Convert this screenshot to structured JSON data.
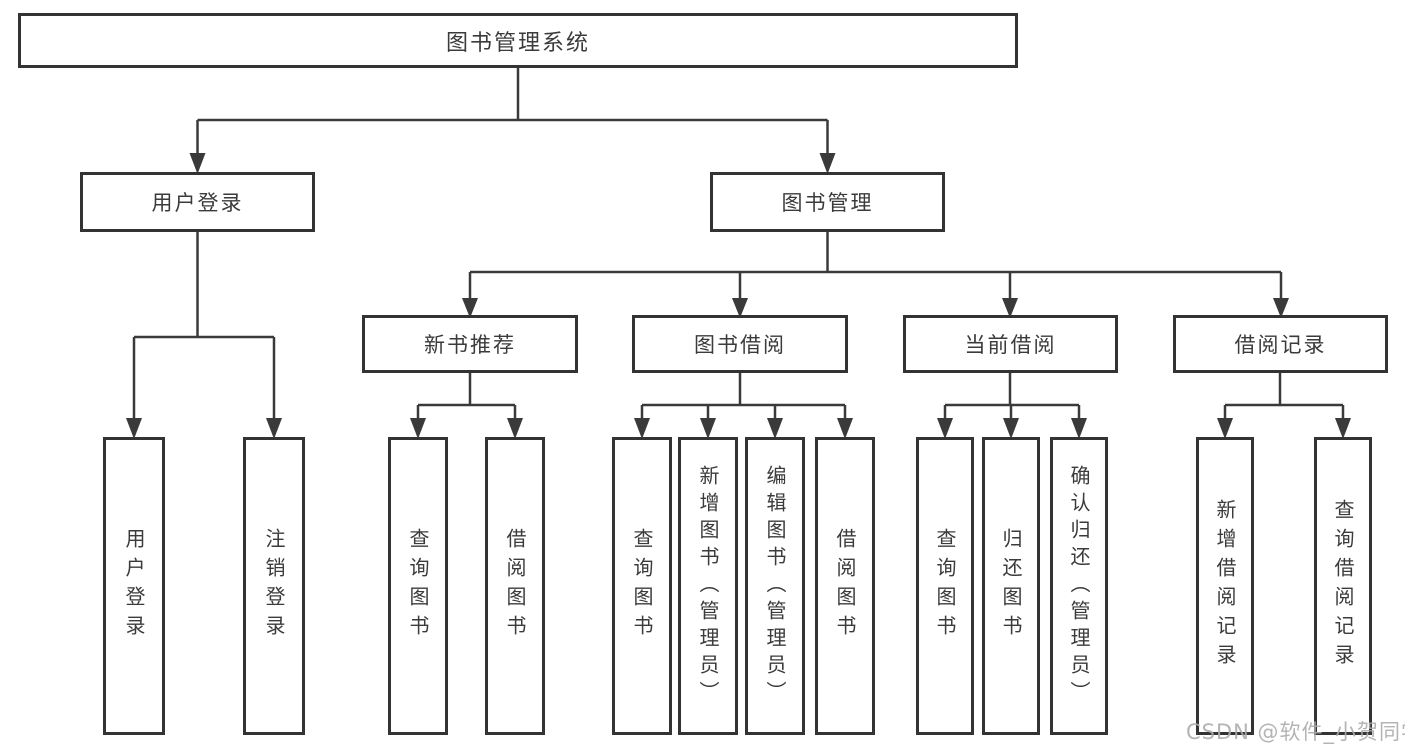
{
  "diagram": {
    "root": {
      "label": "图书管理系统"
    },
    "branches": [
      {
        "label": "用户登录",
        "children": [
          "用户登录",
          "注销登录"
        ]
      },
      {
        "label": "图书管理",
        "sections": [
          {
            "label": "新书推荐",
            "children": [
              "查询图书",
              "借阅图书"
            ]
          },
          {
            "label": "图书借阅",
            "children": [
              "查询图书",
              "新增图书（管理员）",
              "编辑图书（管理员）",
              "借阅图书"
            ]
          },
          {
            "label": "当前借阅",
            "children": [
              "查询图书",
              "归还图书",
              "确认归还（管理员）"
            ]
          },
          {
            "label": "借阅记录",
            "children": [
              "新增借阅记录",
              "查询借阅记录"
            ]
          }
        ]
      }
    ]
  },
  "watermark": "CSDN @软件_小贺同学",
  "colors": {
    "line": "#3a3a3a",
    "box_border": "#333333",
    "text": "#3b3b3b",
    "background": "#ffffff",
    "watermark": "#acacac"
  }
}
